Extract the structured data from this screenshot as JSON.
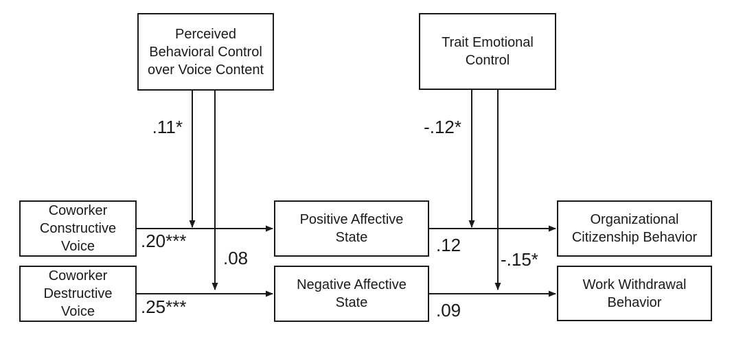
{
  "diagram": {
    "type": "path-model",
    "background": "#ffffff",
    "line_color": "#1a1a1a",
    "nodes": {
      "perceived_behavioral_control": {
        "label": "Perceived\nBehavioral Control\nover Voice Content"
      },
      "trait_emotional_control": {
        "label": "Trait Emotional\nControl"
      },
      "coworker_constructive_voice": {
        "label": "Coworker\nConstructive\nVoice"
      },
      "coworker_destructive_voice": {
        "label": "Coworker\nDestructive\nVoice"
      },
      "positive_affective_state": {
        "label": "Positive Affective\nState"
      },
      "negative_affective_state": {
        "label": "Negative Affective\nState"
      },
      "organizational_citizenship_behavior": {
        "label": "Organizational\nCitizenship Behavior"
      },
      "work_withdrawal_behavior": {
        "label": "Work Withdrawal\nBehavior"
      }
    },
    "paths": {
      "constructive_to_positive": {
        "from": "coworker_constructive_voice",
        "to": "positive_affective_state",
        "coefficient": ".20***"
      },
      "destructive_to_negative": {
        "from": "coworker_destructive_voice",
        "to": "negative_affective_state",
        "coefficient": ".25***"
      },
      "pbc_to_positive": {
        "from": "perceived_behavioral_control",
        "to": "positive_affective_state",
        "coefficient": ".11*"
      },
      "pbc_to_negative": {
        "from": "perceived_behavioral_control",
        "to": "negative_affective_state",
        "coefficient": ".08"
      },
      "positive_to_ocb": {
        "from": "positive_affective_state",
        "to": "organizational_citizenship_behavior",
        "coefficient": ".12"
      },
      "negative_to_wwb": {
        "from": "negative_affective_state",
        "to": "work_withdrawal_behavior",
        "coefficient": ".09"
      },
      "tec_to_ocb": {
        "from": "trait_emotional_control",
        "to": "organizational_citizenship_behavior",
        "coefficient": "-.12*"
      },
      "tec_to_wwb": {
        "from": "trait_emotional_control",
        "to": "work_withdrawal_behavior",
        "coefficient": "-.15*"
      }
    }
  }
}
